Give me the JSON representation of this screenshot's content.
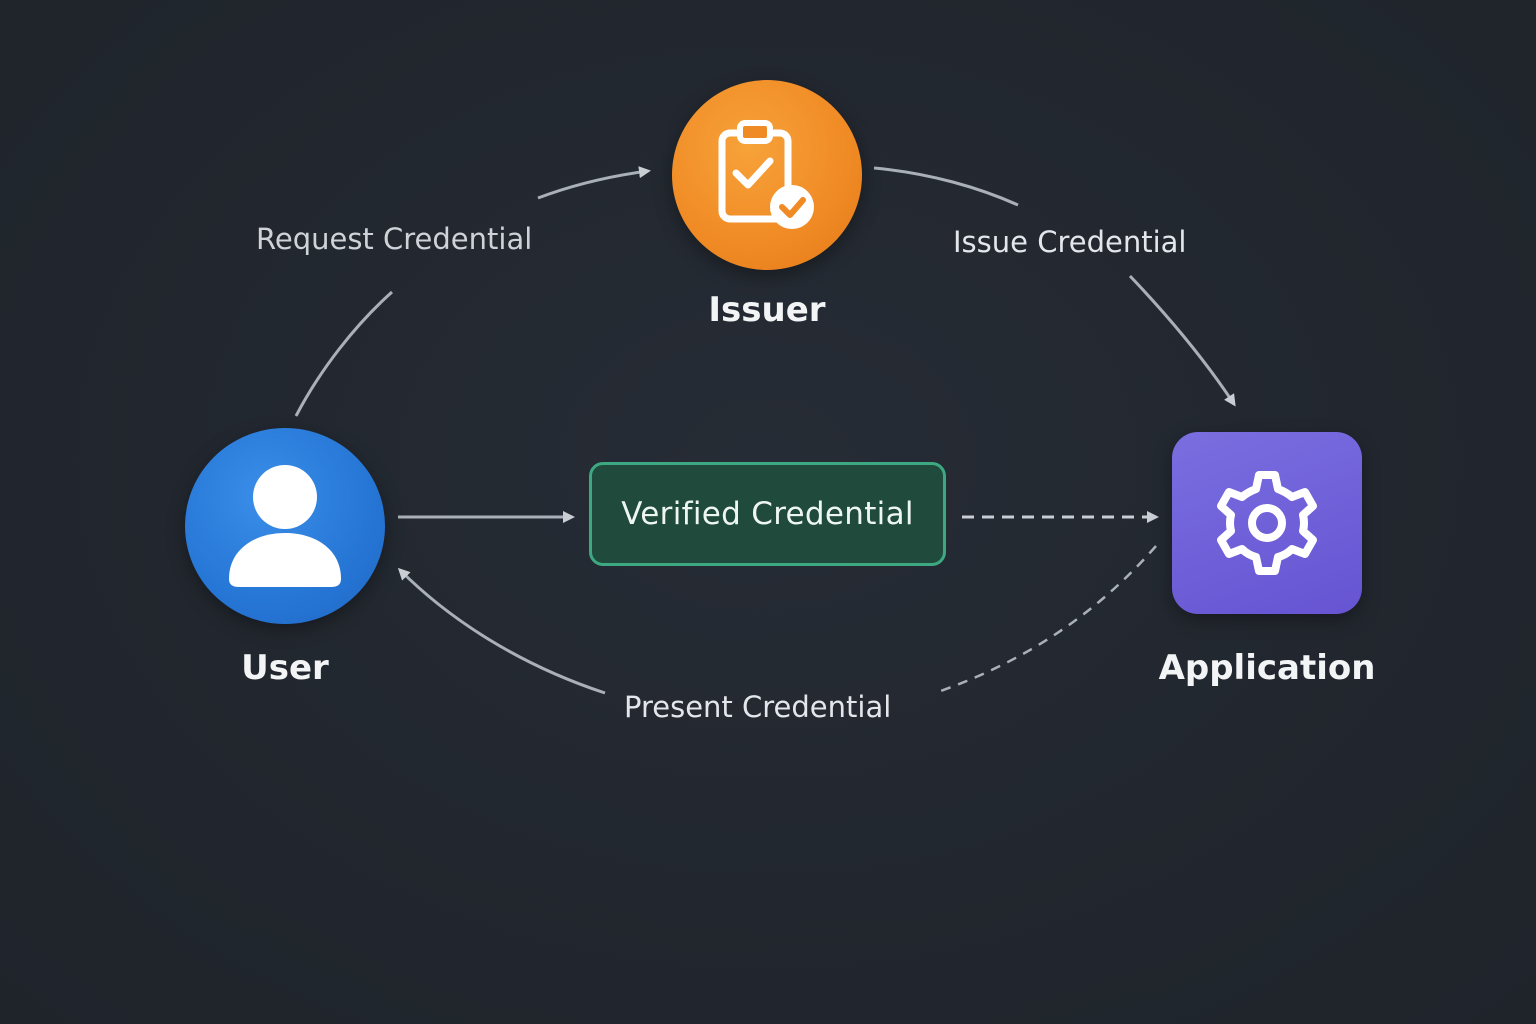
{
  "nodes": {
    "issuer": {
      "label": "Issuer",
      "icon": "clipboard-check-icon",
      "color": "#f08a24"
    },
    "user": {
      "label": "User",
      "icon": "user-icon",
      "color": "#2676d6"
    },
    "application": {
      "label": "Application",
      "icon": "gear-icon",
      "color": "#6c5ad8"
    }
  },
  "credential_box": {
    "label": "Verified Credential",
    "border_color": "#3ea882",
    "fill_color": "#1f4a3c"
  },
  "edges": {
    "request": {
      "label": "Request Credential",
      "from": "User",
      "to": "Issuer",
      "style": "solid"
    },
    "issue": {
      "label": "Issue Credential",
      "from": "Issuer",
      "to": "Application",
      "style": "solid"
    },
    "present": {
      "label": "Present Credential",
      "from": "Application",
      "to": "User",
      "style": "dashed"
    },
    "user_to_credential": {
      "from": "User",
      "to": "Verified Credential",
      "style": "solid"
    },
    "credential_to_app": {
      "from": "Verified Credential",
      "to": "Application",
      "style": "dashed"
    }
  }
}
